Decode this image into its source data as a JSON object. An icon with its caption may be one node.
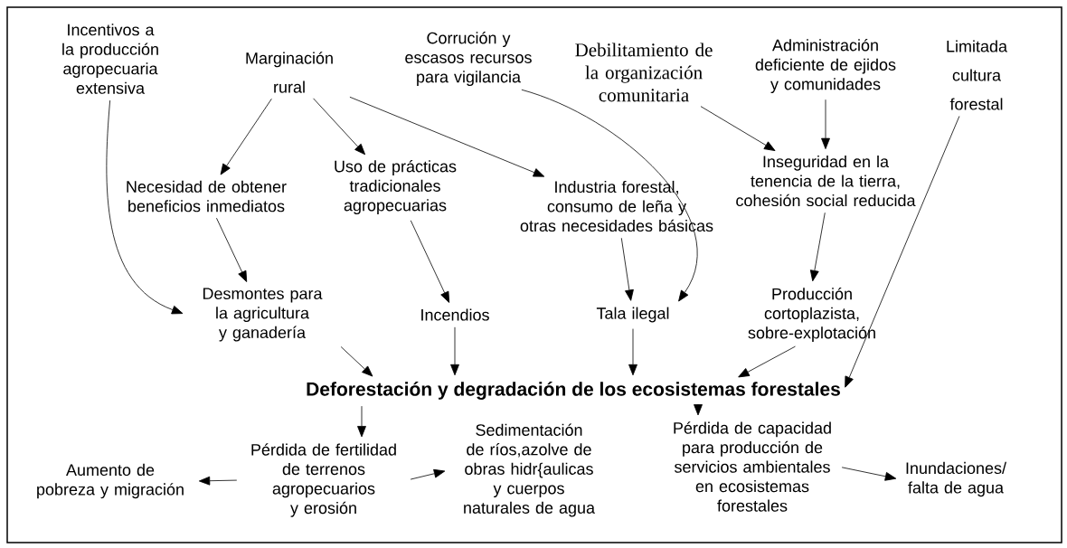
{
  "diagram": {
    "nodes": [
      {
        "text": [
          "Incentivos a la producción agropecuaria extensiva"
        ]
      },
      {
        "text": [
          "Marginación rural"
        ]
      },
      {
        "text": [
          "Corrución y escasos recursos para vigilancia"
        ]
      },
      {
        "text": [
          "Debilitamiento de la organización comunitaria"
        ]
      },
      {
        "text": [
          "Administración deficiente de ejidos y comunidades"
        ]
      },
      {
        "text": [
          "Limitada cultura forestal"
        ]
      },
      {
        "text": [
          "Necesidad de obtener beneficios inmediatos"
        ]
      },
      {
        "text": [
          "Uso de prácticas tradicionales agropecuarias"
        ]
      },
      {
        "text": [
          "Industria forestal, consumo de leña y otras necesidades básicas"
        ]
      },
      {
        "text": [
          "Inseguridad en la tenencia de la tierra, cohesión social reducida"
        ]
      },
      {
        "text": [
          "Desmontes para la agricultura y ganadería"
        ]
      },
      {
        "text": [
          "Incendios"
        ]
      },
      {
        "text": [
          "Tala ilegal"
        ]
      },
      {
        "text": [
          "Producción cortoplazista, sobre-explotación"
        ]
      },
      {
        "text": [
          "Deforestación y degradación de los ecosistemas forestales"
        ]
      },
      {
        "text": [
          "Aumento de pobreza y migración"
        ]
      },
      {
        "text": [
          "Pérdida de fertilidad de terrenos agropecuarios y erosión"
        ]
      },
      {
        "text": [
          "Sedimentación de ríos,azolve de obras hidr{aulicas y cuerpos naturales de agua"
        ]
      },
      {
        "text": [
          "Pérdida de capacidad para producción de servicios ambientales en ecosistemas forestales"
        ]
      },
      {
        "text": [
          "Inundaciones/ falta de agua"
        ]
      }
    ],
    "edges": [
      {
        "from": 0,
        "to": 10,
        "arrow": "to"
      },
      {
        "from": 1,
        "to": 6,
        "arrow": "to"
      },
      {
        "from": 1,
        "to": 7,
        "arrow": "to"
      },
      {
        "from": 1,
        "to": 8,
        "arrow": "to"
      },
      {
        "from": 2,
        "to": 12,
        "arrow": "to"
      },
      {
        "from": 3,
        "to": 9,
        "arrow": "to"
      },
      {
        "from": 4,
        "to": 9,
        "arrow": "to"
      },
      {
        "from": 5,
        "to": 14,
        "arrow": "to"
      },
      {
        "from": 6,
        "to": 10,
        "arrow": "to"
      },
      {
        "from": 7,
        "to": 11,
        "arrow": "to"
      },
      {
        "from": 8,
        "to": 12,
        "arrow": "to"
      },
      {
        "from": 9,
        "to": 13,
        "arrow": "to"
      },
      {
        "from": 10,
        "to": 14,
        "arrow": "to"
      },
      {
        "from": 11,
        "to": 14,
        "arrow": "to"
      },
      {
        "from": 12,
        "to": 14,
        "arrow": "to"
      },
      {
        "from": 13,
        "to": 14,
        "arrow": "to"
      },
      {
        "from": 14,
        "to": 16,
        "arrow": "to"
      },
      {
        "from": 14,
        "to": 18,
        "arrow": "to"
      },
      {
        "from": 16,
        "to": 15,
        "arrow": "to"
      },
      {
        "from": 16,
        "to": 17,
        "arrow": "to"
      },
      {
        "from": 18,
        "to": 19,
        "arrow": "to"
      }
    ]
  }
}
